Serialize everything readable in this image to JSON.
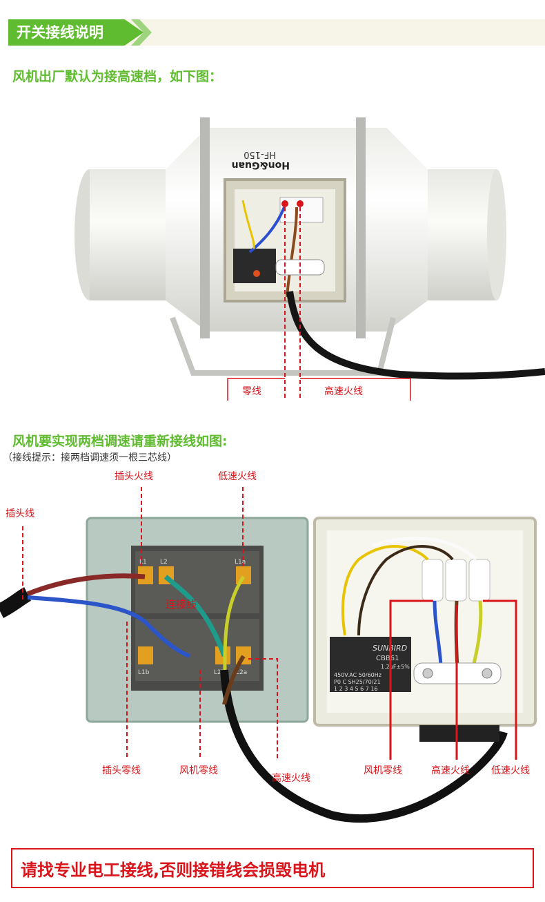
{
  "header": {
    "title": "开关接线说明"
  },
  "section1": {
    "title": "风机出厂默认为接高速档，如下图："
  },
  "fan": {
    "brand": "Hon&Guan",
    "model": "HF-150"
  },
  "fan_labels": {
    "neutral": "零线",
    "high_live": "高速火线"
  },
  "section2": {
    "title": "风机要实现两档调速请重新接线如图:",
    "tip": "（接线提示：接两档调速须一根三芯线）"
  },
  "switch_labels": {
    "plug_wire": "插头线",
    "plug_live": "插头火线",
    "low_live": "低速火线",
    "link_wire": "连接线",
    "plug_neutral": "插头零线",
    "fan_neutral": "风机零线",
    "high_live": "高速火线",
    "terminal_l1": "L1",
    "terminal_l2": "L2",
    "terminal_l1a": "L1a",
    "terminal_l2a": "L2a",
    "terminal_l1b": "L1b",
    "terminal_l2b": "L2b"
  },
  "box_labels": {
    "fan_neutral": "风机零线",
    "high_live": "高速火线",
    "low_live": "低速火线"
  },
  "capacitor": {
    "brand": "SUNBIRD",
    "model": "CBB61",
    "cap": "1.2μF±5%",
    "voltage": "450V.AC 50/60Hz",
    "class": "P0  C  SH25/70/21",
    "pins": "1 2 3 4 5 6 7 16"
  },
  "warning": {
    "text": "请找专业电工接线,否则接错线会损毁电机"
  },
  "colors": {
    "accent_green": "#5fbb2f",
    "warn_red": "#d9141a"
  }
}
